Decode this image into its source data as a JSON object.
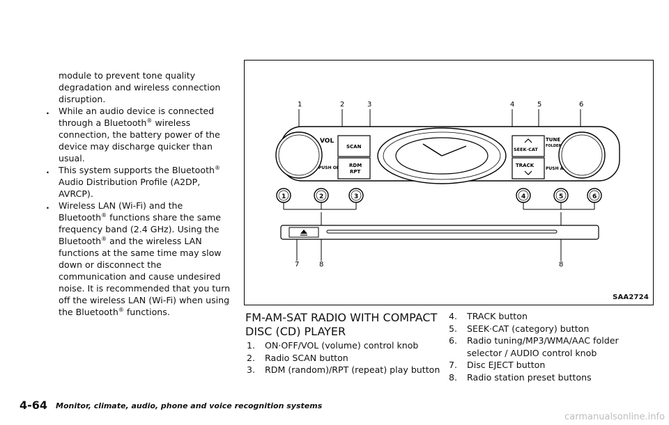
{
  "left_column": {
    "intro": "module to prevent tone quality degradation and wireless connection disruption.",
    "bullets": [
      "While an audio device is connected through a Bluetooth® wireless connection, the battery power of the device may discharge quicker than usual.",
      "This system supports the Bluetooth® Audio Distribution Profile (A2DP, AVRCP).",
      "Wireless LAN (Wi-Fi) and the Bluetooth® functions share the same frequency band (2.4 GHz). Using the Bluetooth® and the wireless LAN functions at the same time may slow down or disconnect the communication and cause undesired noise. It is recommended that you turn off the wireless LAN (Wi-Fi) when using the Bluetooth® functions."
    ]
  },
  "figure": {
    "caption": "SAA2724",
    "callouts": [
      "1",
      "2",
      "3",
      "4",
      "5",
      "6",
      "7",
      "8",
      "8"
    ],
    "preset_buttons": [
      "1",
      "2",
      "3",
      "4",
      "5",
      "6"
    ],
    "labels": {
      "vol": "VOL",
      "push_on_off": "PUSH ON·OFF",
      "scan": "SCAN",
      "rdm": "RDM",
      "rpt": "RPT",
      "seek_cat": "SEEK·CAT",
      "track": "TRACK",
      "tune": "TUNE",
      "folder": "FOLDER",
      "push_audio": "PUSH AUDIO"
    }
  },
  "section": {
    "heading": "FM-AM-SAT RADIO WITH COMPACT DISC (CD) PLAYER",
    "items_a": [
      {
        "num": "1.",
        "text": "ON·OFF/VOL (volume) control knob"
      },
      {
        "num": "2.",
        "text": "Radio SCAN button"
      },
      {
        "num": "3.",
        "text": "RDM (random)/RPT (repeat) play button"
      }
    ],
    "items_b": [
      {
        "num": "4.",
        "text": "TRACK button"
      },
      {
        "num": "5.",
        "text": "SEEK·CAT (category) button"
      },
      {
        "num": "6.",
        "text": "Radio tuning/MP3/WMA/AAC folder selector / AUDIO control knob"
      },
      {
        "num": "7.",
        "text": "Disc EJECT button"
      },
      {
        "num": "8.",
        "text": "Radio station preset buttons"
      }
    ]
  },
  "footer": {
    "page": "4-64",
    "section": "Monitor, climate, audio, phone and voice recognition systems"
  },
  "watermark": "carmanualsonline.info"
}
